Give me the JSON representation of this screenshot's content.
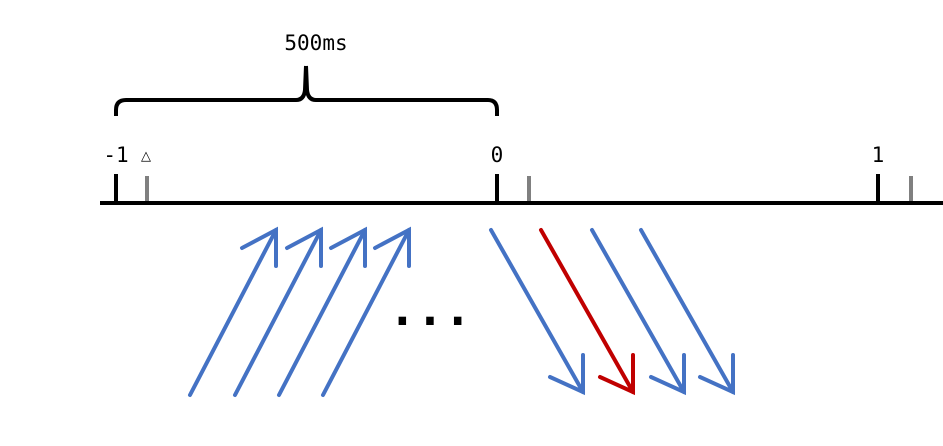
{
  "brace_label": "500ms",
  "ticks": {
    "minus_one": "-1",
    "delta": "△",
    "zero": "0",
    "one": "1"
  },
  "ellipsis": "...",
  "colors": {
    "line": "#000000",
    "minor_tick": "#808080",
    "arrow_blue": "#4472C4",
    "arrow_red": "#C00000"
  }
}
